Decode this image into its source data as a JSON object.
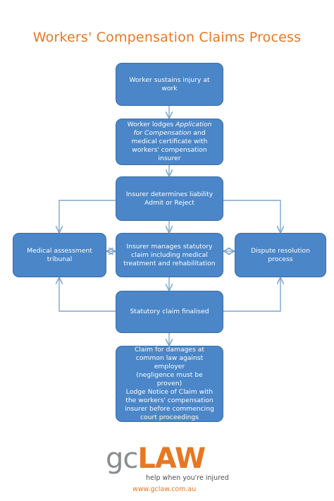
{
  "diagram": {
    "title": "Workers' Compensation Claims Process",
    "steps": {
      "injury": "Worker sustains injury at work",
      "lodge": {
        "prefix": "Worker lodges",
        "italic": "Application for Compensation",
        "suffix": "and medical certificate with workers' compensation insurer"
      },
      "liability": {
        "line1": "Insurer determines liability",
        "line2": "Admit or Reject"
      },
      "manage": "Insurer manages statutory claim including medical treatment and rehabilitation",
      "medical_tribunal": "Medical assessment tribunal",
      "dispute": "Dispute resolution process",
      "finalised": "Statutory claim finalised",
      "damages": {
        "line1": "Claim for damages at common law against employer",
        "line2": "(negligence must be proven)",
        "line3": "Lodge Notice of Claim with the workers' compensation insurer before commencing court proceedings"
      }
    },
    "colors": {
      "box_fill": "#4A86C8",
      "box_border": "#3A6EA8",
      "connector": "#7FA6CF",
      "accent": "#E87722"
    }
  },
  "logo": {
    "gc": "gc",
    "law": "LAW",
    "tagline": "help when you're injured",
    "url": "www.gclaw.com.au"
  }
}
